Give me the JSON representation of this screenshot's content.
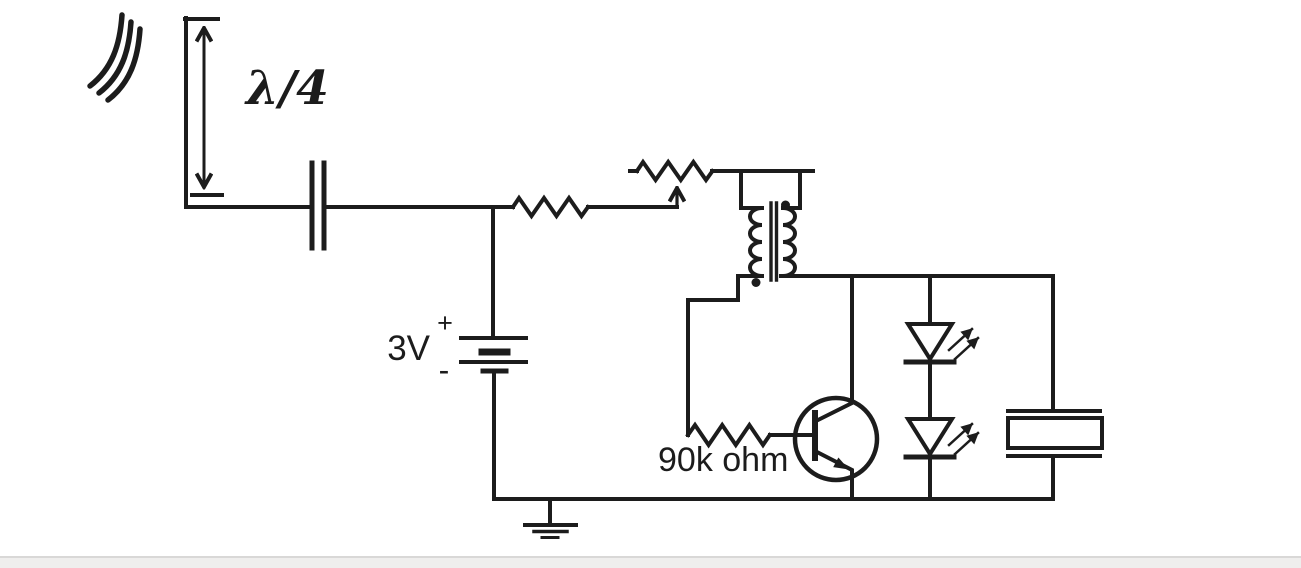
{
  "page": {
    "background": "#ffffff",
    "ink_color": "#1c1c1c",
    "footer_band_color": "#efeeed"
  },
  "labels": {
    "antenna_length": "λ/4",
    "battery_voltage": "3V",
    "battery_positive": "+",
    "battery_negative": "-",
    "base_resistor_value": "90k ohm"
  },
  "components": [
    {
      "id": "radio-waves-icon",
      "symbol": "three concentric arcs"
    },
    {
      "id": "antenna-icon",
      "symbol": "quarter-wave antenna with dimension arrow",
      "label": "λ/4"
    },
    {
      "id": "capacitor-icon",
      "symbol": "series capacitor, two parallel plates"
    },
    {
      "id": "battery-icon",
      "symbol": "two-cell battery",
      "label": "3V",
      "polarity_top": "+",
      "polarity_bottom": "-"
    },
    {
      "id": "resistor-icon",
      "symbol": "zigzag resistor"
    },
    {
      "id": "potentiometer-icon",
      "symbol": "variable resistor with wiper arrow"
    },
    {
      "id": "transformer-icon",
      "symbol": "coupling transformer with core lines and phasing dots"
    },
    {
      "id": "base-resistor-icon",
      "symbol": "zigzag resistor",
      "label": "90k ohm"
    },
    {
      "id": "npn-transistor-icon",
      "symbol": "NPN transistor in circle"
    },
    {
      "id": "led-icon",
      "symbol": "light emitting diode with emission arrows",
      "count": 2
    },
    {
      "id": "crystal-icon",
      "symbol": "crystal / piezo element, rectangle between plates"
    },
    {
      "id": "ground-icon",
      "symbol": "earth ground, three bars"
    }
  ]
}
